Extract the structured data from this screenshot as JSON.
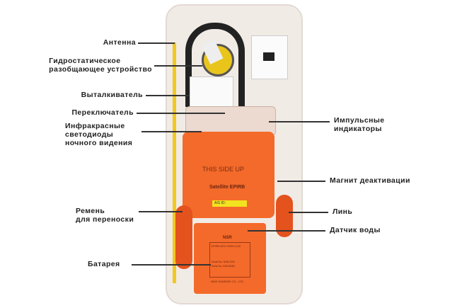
{
  "device": {
    "top_text": "THIS SIDE UP",
    "model_text": "Satellite EPIRB",
    "ais_label": "AIS ID:",
    "brand": "NSR",
    "plate_title": "EPIRB WITH GNSS & AIS",
    "model_row": "Model No.  NEB-2000",
    "serial_row": "Serial No.  EB226382",
    "maker": "NEW SUNRISE CO., LTD."
  },
  "labels": {
    "antenna": "Антенна",
    "hydro_1": "Гидростатическое",
    "hydro_2": "разобщающее устройство",
    "ejector": "Выталкиватель",
    "switch": "Переключатель",
    "ir_1": "Инфракрасные",
    "ir_2": "светодиоды",
    "ir_3": "ночного видения",
    "pulse_1": "Импульсные",
    "pulse_2": "индикаторы",
    "magnet": "Магнит деактивации",
    "strap_1": "Ремень",
    "strap_2": "для переноски",
    "lanyard": "Линь",
    "water": "Датчик воды",
    "battery": "Батарея"
  },
  "colors": {
    "orange": "#f46a2a",
    "case": "#f1ebe6",
    "yellow": "#f2c81f"
  }
}
